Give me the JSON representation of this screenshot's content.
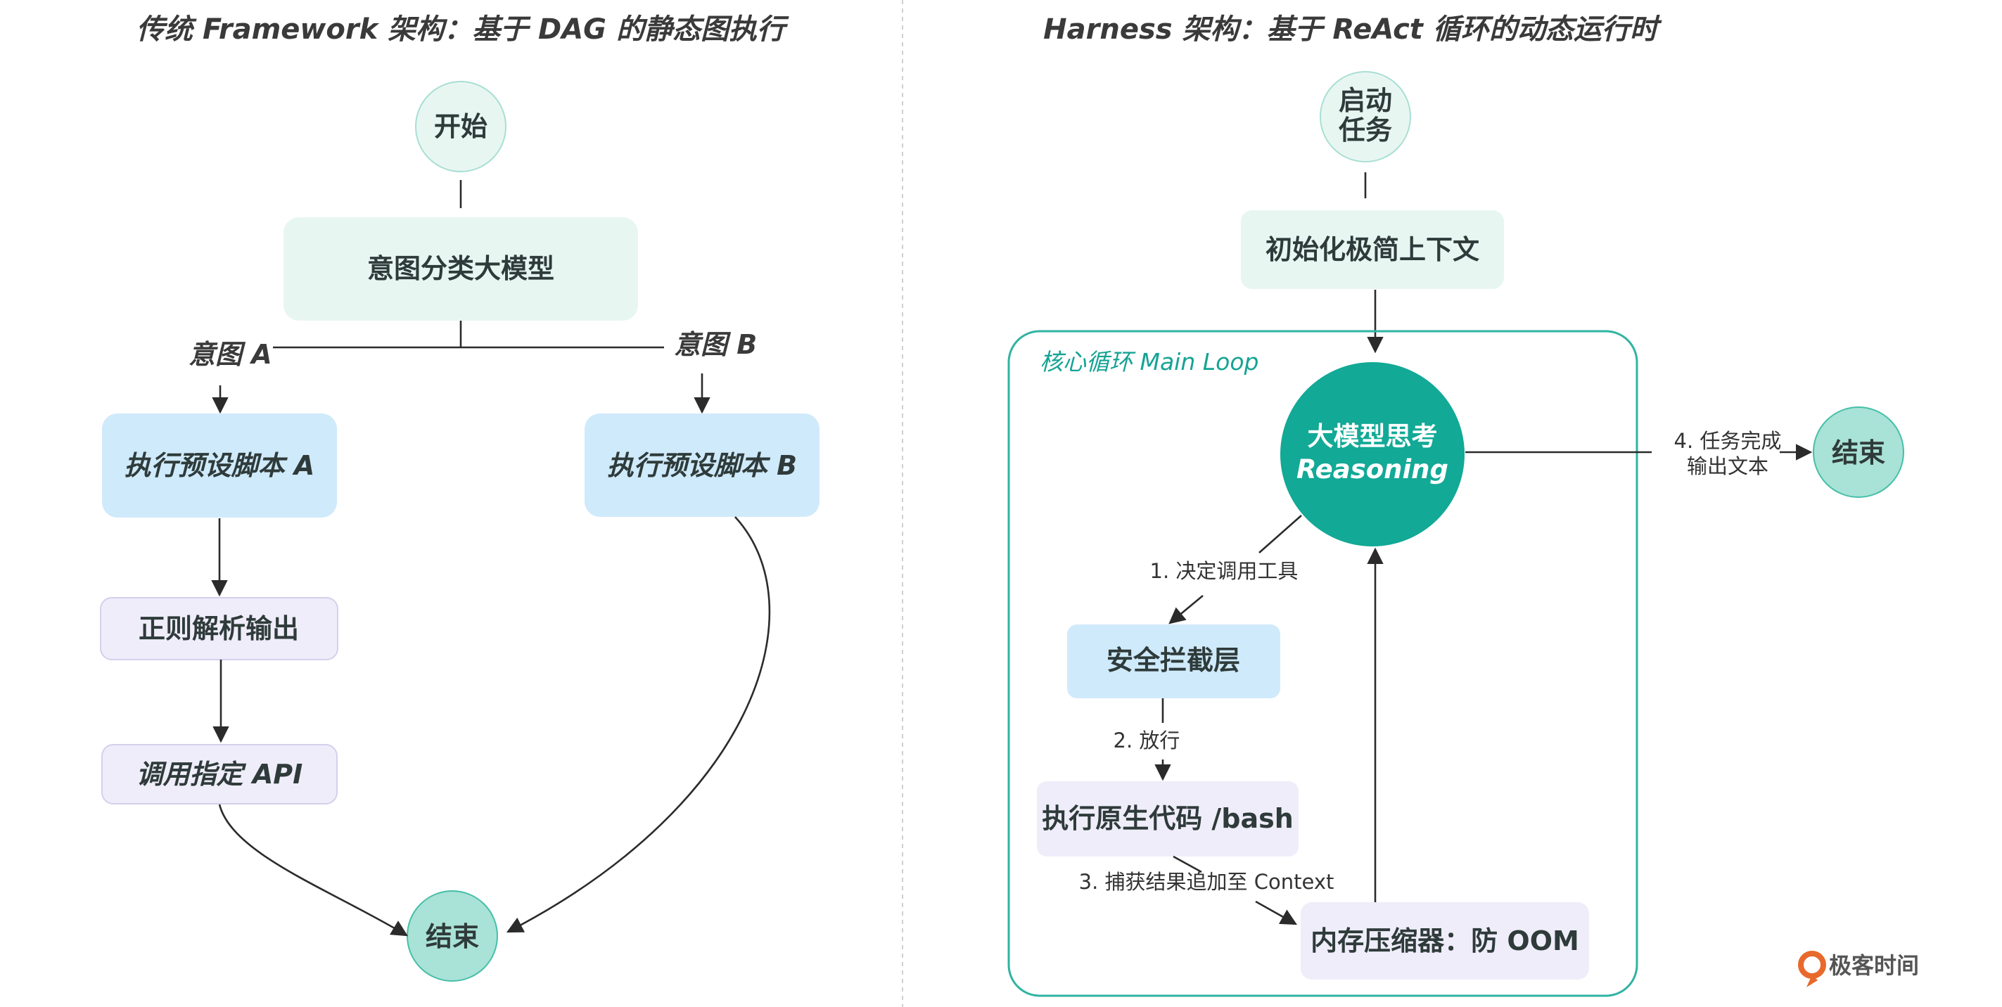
{
  "left": {
    "title": "传统 Framework 架构：基于 DAG 的静态图执行",
    "nodes": {
      "start": "开始",
      "classifier": "意图分类大模型",
      "script_a": "执行预设脚本 A",
      "script_b": "执行预设脚本 B",
      "regex": "正则解析输出",
      "call_api": "调用指定 API",
      "end": "结束"
    },
    "branches": {
      "a": "意图 A",
      "b": "意图 B"
    }
  },
  "right": {
    "title": "Harness 架构：基于 ReAct 循环的动态运行时",
    "nodes": {
      "start_line1": "启动",
      "start_line2": "任务",
      "init": "初始化极简上下文",
      "loop_title": "核心循环 Main Loop",
      "reasoning_line1": "大模型思考",
      "reasoning_line2": "Reasoning",
      "security": "安全拦截层",
      "exec": "执行原生代码 /bash",
      "memory": "内存压缩器：防 OOM",
      "end": "结束"
    },
    "edges": {
      "decide": "1. 决定调用工具",
      "allow": "2. 放行",
      "capture": "3. 捕获结果追加至 Context",
      "done_line1": "4. 任务完成",
      "done_line2": "输出文本"
    }
  },
  "brand": {
    "name": "极客时间"
  },
  "colors": {
    "teal_light": "#e8f6f2",
    "teal_circle": "#a9e2d6",
    "teal_dark": "#12a996",
    "blue_light": "#cfeafb",
    "purple_light": "#efedfa",
    "loop_border": "#2fb3a2",
    "brand_orange": "#e8692c"
  }
}
